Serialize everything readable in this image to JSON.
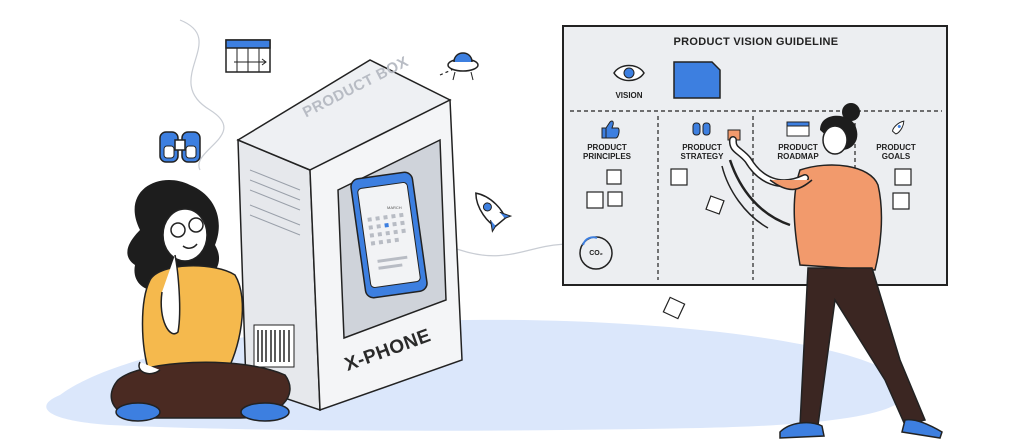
{
  "board": {
    "title": "PRODUCT VISION GUIDELINE",
    "vision_label": "VISION",
    "sections": [
      {
        "label_l1": "PRODUCT",
        "label_l2": "PRINCIPLES",
        "icon": "thumbs-up-icon"
      },
      {
        "label_l1": "PRODUCT",
        "label_l2": "STRATEGY",
        "icon": "binoculars-icon"
      },
      {
        "label_l1": "PRODUCT",
        "label_l2": "ROADMAP",
        "icon": "calendar-icon"
      },
      {
        "label_l1": "PRODUCT",
        "label_l2": "GOALS",
        "icon": "rocket-icon"
      }
    ],
    "co2_label": "CO₂"
  },
  "box": {
    "top_text": "PRODUCT BOX",
    "front_text": "X-PHONE",
    "phone_month": "MARCH"
  },
  "colors": {
    "accent_blue": "#3d7fe0",
    "orange": "#f29a6c",
    "yellow": "#f5b94d",
    "floor_blue": "#dbe7fb",
    "outline": "#222222"
  }
}
